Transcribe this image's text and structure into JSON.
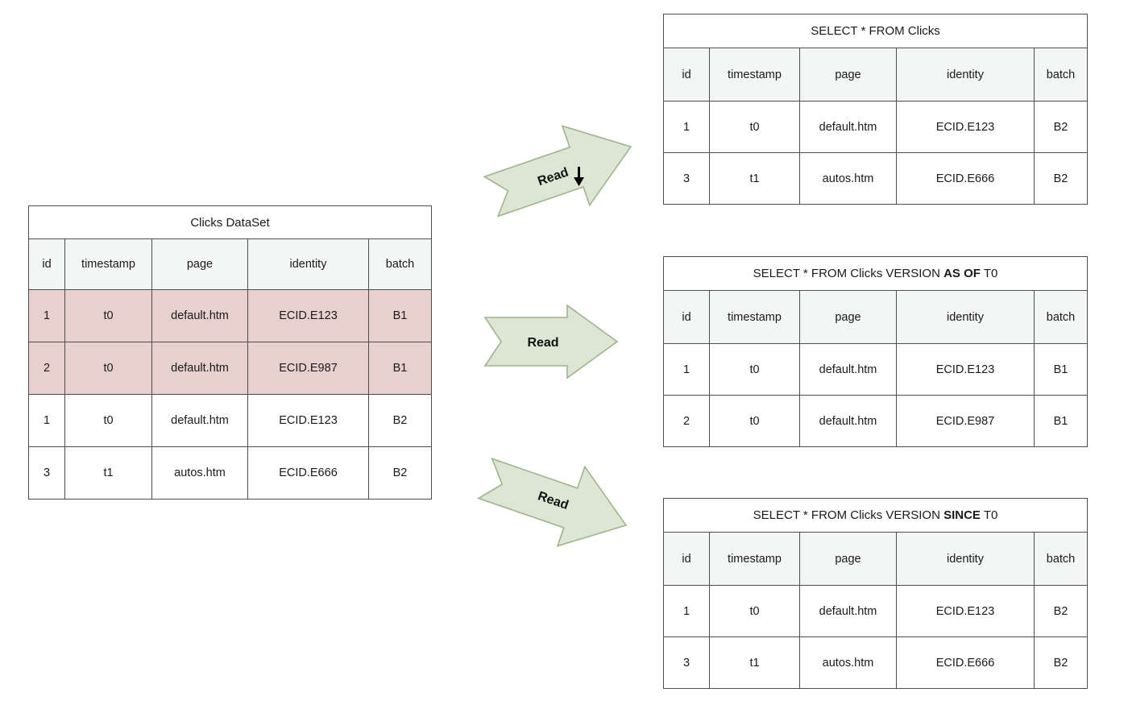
{
  "diagram": {
    "title": "Clicks DataSet time-travel query diagram",
    "colors": {
      "highlight_row": "#e8d0cf",
      "header_row": "#f4f5f5",
      "arrow_fill": "#dde5d4",
      "arrow_stroke": "#9cb58a",
      "table_border": "#4d4d4d"
    }
  },
  "source_table": {
    "title": "Clicks DataSet",
    "columns": [
      "id",
      "timestamp",
      "page",
      "identity",
      "batch"
    ],
    "rows": [
      {
        "cells": [
          "1",
          "t0",
          "default.htm",
          "ECID.E123",
          "B1"
        ],
        "highlighted": true
      },
      {
        "cells": [
          "2",
          "t0",
          "default.htm",
          "ECID.E987",
          "B1"
        ],
        "highlighted": true
      },
      {
        "cells": [
          "1",
          "t0",
          "default.htm",
          "ECID.E123",
          "B2"
        ],
        "highlighted": false
      },
      {
        "cells": [
          "3",
          "t1",
          "autos.htm",
          "ECID.E666",
          "B2"
        ],
        "highlighted": false
      }
    ]
  },
  "arrows": [
    {
      "label": "Read",
      "direction": "up-right",
      "has_cursor": true
    },
    {
      "label": "Read",
      "direction": "right",
      "has_cursor": false
    },
    {
      "label": "Read",
      "direction": "down-right",
      "has_cursor": false
    }
  ],
  "results": [
    {
      "query": {
        "prefix": "SELECT * FROM Clicks",
        "bold": "",
        "suffix": ""
      },
      "columns": [
        "id",
        "timestamp",
        "page",
        "identity",
        "batch"
      ],
      "rows": [
        [
          "1",
          "t0",
          "default.htm",
          "ECID.E123",
          "B2"
        ],
        [
          "3",
          "t1",
          "autos.htm",
          "ECID.E666",
          "B2"
        ]
      ]
    },
    {
      "query": {
        "prefix": "SELECT * FROM Clicks VERSION ",
        "bold": "AS OF",
        "suffix": " T0"
      },
      "columns": [
        "id",
        "timestamp",
        "page",
        "identity",
        "batch"
      ],
      "rows": [
        [
          "1",
          "t0",
          "default.htm",
          "ECID.E123",
          "B1"
        ],
        [
          "2",
          "t0",
          "default.htm",
          "ECID.E987",
          "B1"
        ]
      ]
    },
    {
      "query": {
        "prefix": "SELECT * FROM Clicks VERSION ",
        "bold": "SINCE",
        "suffix": " T0"
      },
      "columns": [
        "id",
        "timestamp",
        "page",
        "identity",
        "batch"
      ],
      "rows": [
        [
          "1",
          "t0",
          "default.htm",
          "ECID.E123",
          "B2"
        ],
        [
          "3",
          "t1",
          "autos.htm",
          "ECID.E666",
          "B2"
        ]
      ]
    }
  ]
}
